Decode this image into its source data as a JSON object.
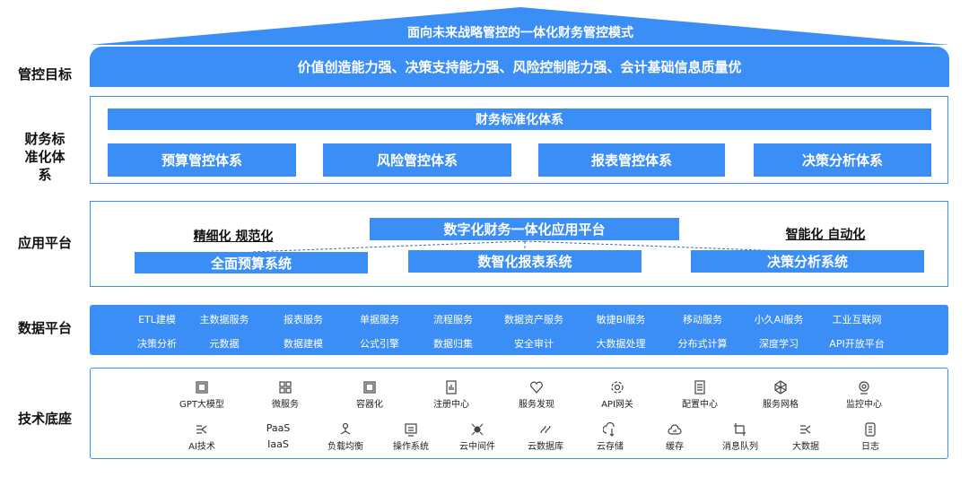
{
  "roof": "面向未来战略管控的一体化财务管控模式",
  "goal_band": "价值创造能力强、决策支持能力强、风险控制能力强、会计基础信息质量优",
  "labels": [
    "管控目标",
    "财务标准化体系",
    "应用平台",
    "数据平台",
    "技术底座"
  ],
  "standard": {
    "title": "财务标准化体系",
    "items": [
      "预算管控体系",
      "风险管控体系",
      "报表管控体系",
      "决策分析体系"
    ]
  },
  "app": {
    "left": "精细化 规范化",
    "center": "数字化财务一体化应用平台",
    "right": "智能化 自动化",
    "systems": [
      "全面预算系统",
      "数智化报表系统",
      "决策分析系统"
    ]
  },
  "data_platform": {
    "row1": [
      "ETL建模",
      "主数据服务",
      "报表服务",
      "单据服务",
      "流程服务",
      "数据资产服务",
      "敏捷BI服务",
      "移动服务",
      "小久AI服务",
      "工业互联网"
    ],
    "row2": [
      "决策分析",
      "元数据",
      "数据建模",
      "公式引擎",
      "数据归集",
      "安全审计",
      "大数据处理",
      "分布式计算",
      "深度学习",
      "API开放平台"
    ]
  },
  "tech": {
    "row1": [
      "GPT大模型",
      "微服务",
      "容器化",
      "注册中心",
      "服务发现",
      "API网关",
      "配置中心",
      "服务网格",
      "监控中心"
    ],
    "row2": [
      "AI技术",
      "PaaS\nIaaS",
      "负载均衡",
      "操作系统",
      "云中间件",
      "云数据库",
      "云存储",
      "缓存",
      "消息队列",
      "大数据",
      "日志"
    ],
    "paas": "PaaS",
    "iaas": "IaaS"
  }
}
